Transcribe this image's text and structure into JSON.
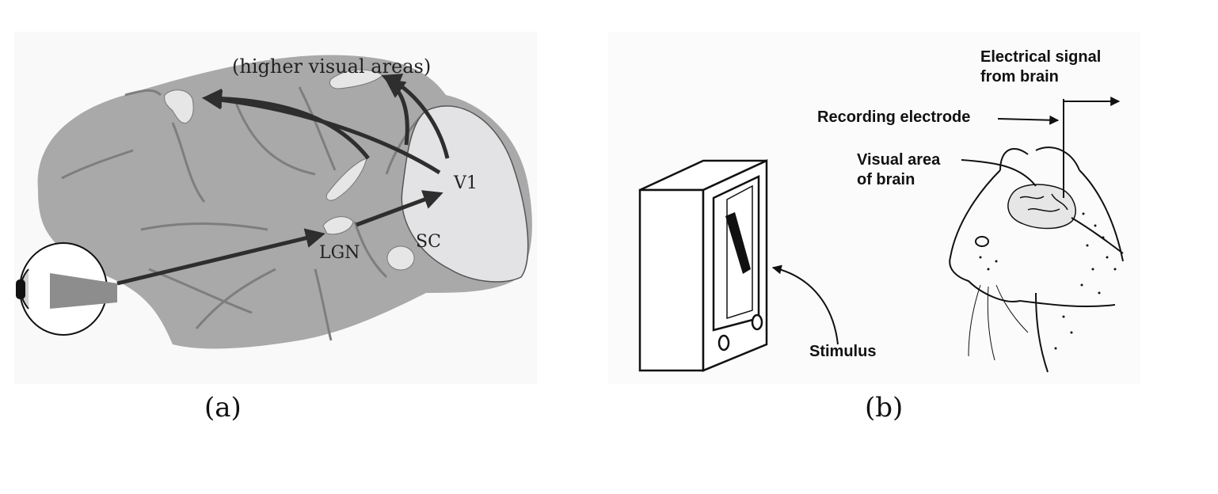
{
  "panel_a": {
    "caption": "(a)",
    "labels": {
      "higher": "(higher visual areas)",
      "v1": "V1",
      "lgn": "LGN",
      "sc": "SC"
    },
    "colors": {
      "brain": "#a9a9a9",
      "occipital": "#e3e3e5",
      "arrow": "#333333"
    }
  },
  "panel_b": {
    "caption": "(b)",
    "labels": {
      "signal_line1": "Electrical signal",
      "signal_line2": "from brain",
      "electrode": "Recording electrode",
      "visual_line1": "Visual area",
      "visual_line2": "of brain",
      "stimulus": "Stimulus"
    }
  }
}
